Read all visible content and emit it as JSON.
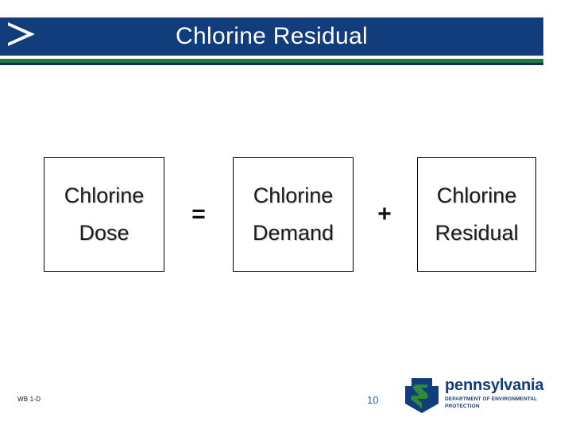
{
  "slide": {
    "title": "Chlorine Residual",
    "page_number": "10",
    "footer_code": "WB 1-D",
    "colors": {
      "header_band": "#123d7c",
      "rule_green": "#1f7a3d",
      "rule_dark": "#0d2f5e",
      "page_number": "#2f5fa8",
      "logo_blue": "#123d7c",
      "logo_green": "#2e8b3d"
    }
  },
  "equation": {
    "boxes": [
      {
        "line1": "Chlorine",
        "line2": "Dose"
      },
      {
        "line1": "Chlorine",
        "line2": "Demand"
      },
      {
        "line1": "Chlorine",
        "line2": "Residual"
      }
    ],
    "operators": [
      {
        "symbol": "="
      },
      {
        "symbol": "+"
      }
    ]
  },
  "logo": {
    "wordmark": "pennsylvania",
    "sub1": "DEPARTMENT OF ENVIRONMENTAL",
    "sub2": "PROTECTION"
  }
}
